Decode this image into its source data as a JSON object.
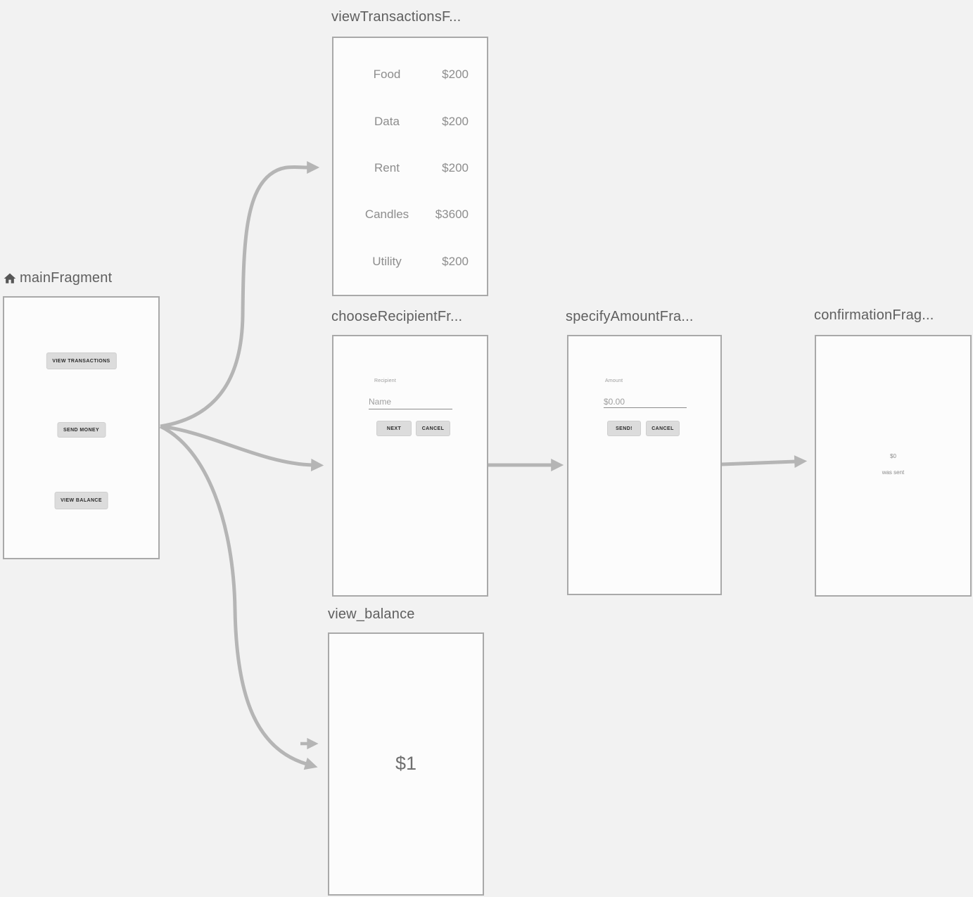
{
  "colors": {
    "canvas_bg": "#f2f2f2",
    "box_bg": "#fcfcfc",
    "box_border": "#a9a9a9",
    "arrow": "#b5b5b5",
    "title_text": "#5f5f5f"
  },
  "icons": {
    "home": "home-icon"
  },
  "fragments": {
    "main": {
      "title": "mainFragment",
      "buttons": {
        "view_transactions": "VIEW TRANSACTIONS",
        "send_money": "SEND MONEY",
        "view_balance": "VIEW BALANCE"
      }
    },
    "view_transactions": {
      "title": "viewTransactionsF...",
      "rows": [
        {
          "label": "Food",
          "amount": "$200"
        },
        {
          "label": "Data",
          "amount": "$200"
        },
        {
          "label": "Rent",
          "amount": "$200"
        },
        {
          "label": "Candles",
          "amount": "$3600"
        },
        {
          "label": "Utility",
          "amount": "$200"
        }
      ]
    },
    "choose_recipient": {
      "title": "chooseRecipientFr...",
      "field_label": "Recipient",
      "input_hint": "Name",
      "next_button": "NEXT",
      "cancel_button": "CANCEL"
    },
    "specify_amount": {
      "title": "specifyAmountFra...",
      "field_label": "Amount",
      "input_hint": "$0.00",
      "send_button": "SEND!",
      "cancel_button": "CANCEL"
    },
    "confirmation": {
      "title": "confirmationFrag...",
      "amount": "$0",
      "message": "was sent"
    },
    "view_balance": {
      "title": "view_balance",
      "balance": "$1"
    }
  }
}
